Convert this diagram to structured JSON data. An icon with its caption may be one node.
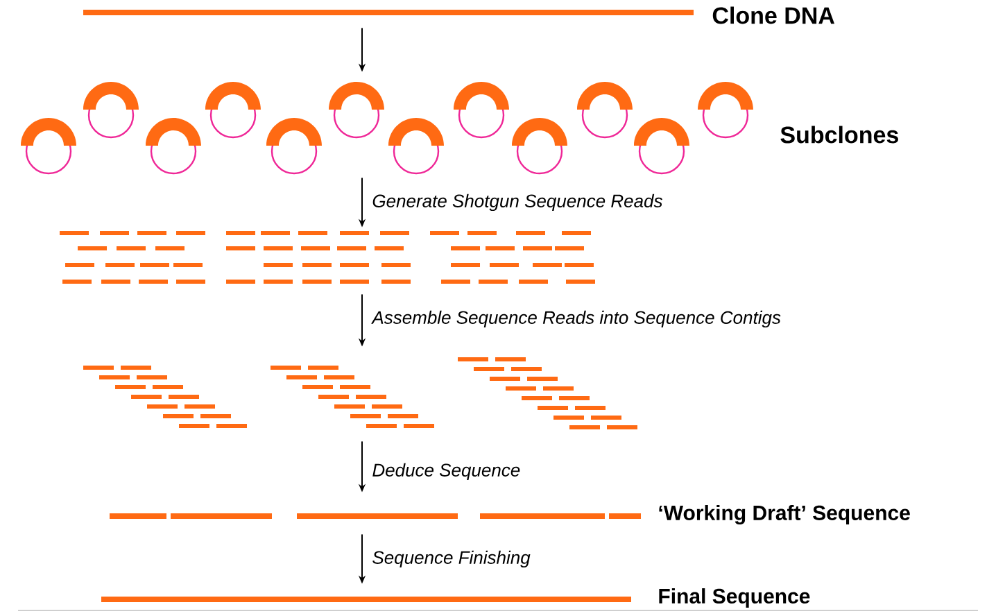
{
  "diagram": {
    "nodes": [
      {
        "text": [],
        "shape": "picture",
        "beside": [
          "Clone DNA"
        ]
      },
      {
        "text": [],
        "shape": "picture",
        "beside": [
          "Subclones"
        ]
      },
      {
        "text": [],
        "shape": "picture"
      },
      {
        "text": [],
        "shape": "picture"
      },
      {
        "text": [],
        "shape": "picture",
        "beside": [
          "‘Working Draft’ Sequence"
        ]
      },
      {
        "text": [],
        "shape": "picture",
        "beside": [
          "Final Sequence"
        ]
      }
    ],
    "edges": [
      {
        "from": 0,
        "to": 1,
        "arrow": "to"
      },
      {
        "from": 1,
        "to": 2,
        "arrow": "to",
        "label": "Generate Shotgun Sequence Reads"
      },
      {
        "from": 2,
        "to": 3,
        "arrow": "to",
        "label": "Assemble Sequence Reads into Sequence Contigs"
      },
      {
        "from": 3,
        "to": 4,
        "arrow": "to",
        "label": "Deduce Sequence"
      },
      {
        "from": 4,
        "to": 5,
        "arrow": "to",
        "label": "Sequence Finishing"
      }
    ]
  }
}
